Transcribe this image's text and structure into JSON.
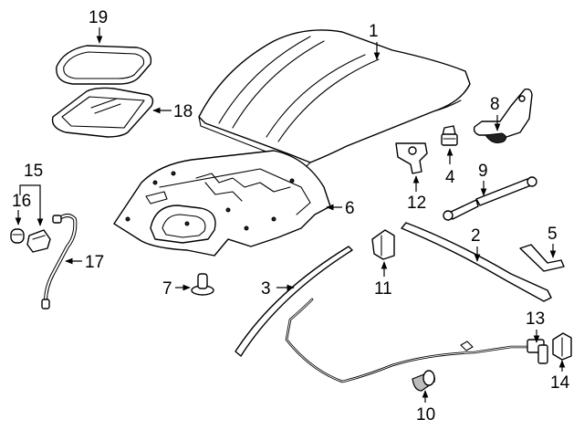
{
  "callouts": {
    "c1": "1",
    "c2": "2",
    "c3": "3",
    "c4": "4",
    "c5": "5",
    "c6": "6",
    "c7": "7",
    "c8": "8",
    "c9": "9",
    "c10": "10",
    "c11": "11",
    "c12": "12",
    "c13": "13",
    "c14": "14",
    "c15": "15",
    "c16": "16",
    "c17": "17",
    "c18": "18",
    "c19": "19"
  },
  "colors": {
    "line": "#000000",
    "background": "#ffffff",
    "shade": "#bdbdbd"
  }
}
